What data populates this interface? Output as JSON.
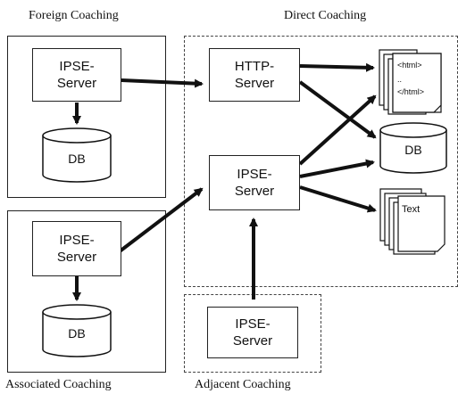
{
  "regions": {
    "foreign": {
      "title": "Foreign Coaching",
      "server": "IPSE-\nServer",
      "db": "DB"
    },
    "direct": {
      "title": "Direct Coaching",
      "http_server": "HTTP-\nServer",
      "ipse_server": "IPSE-\nServer",
      "db": "DB"
    },
    "associated": {
      "title": "Associated Coaching",
      "server": "IPSE-\nServer",
      "db": "DB"
    },
    "adjacent": {
      "title": "Adjacent Coaching",
      "server": "IPSE-\nServer"
    }
  },
  "documents": {
    "html_line1": "<html>",
    "html_line2": "..",
    "html_line3": "</html>",
    "text_label": "Text"
  }
}
